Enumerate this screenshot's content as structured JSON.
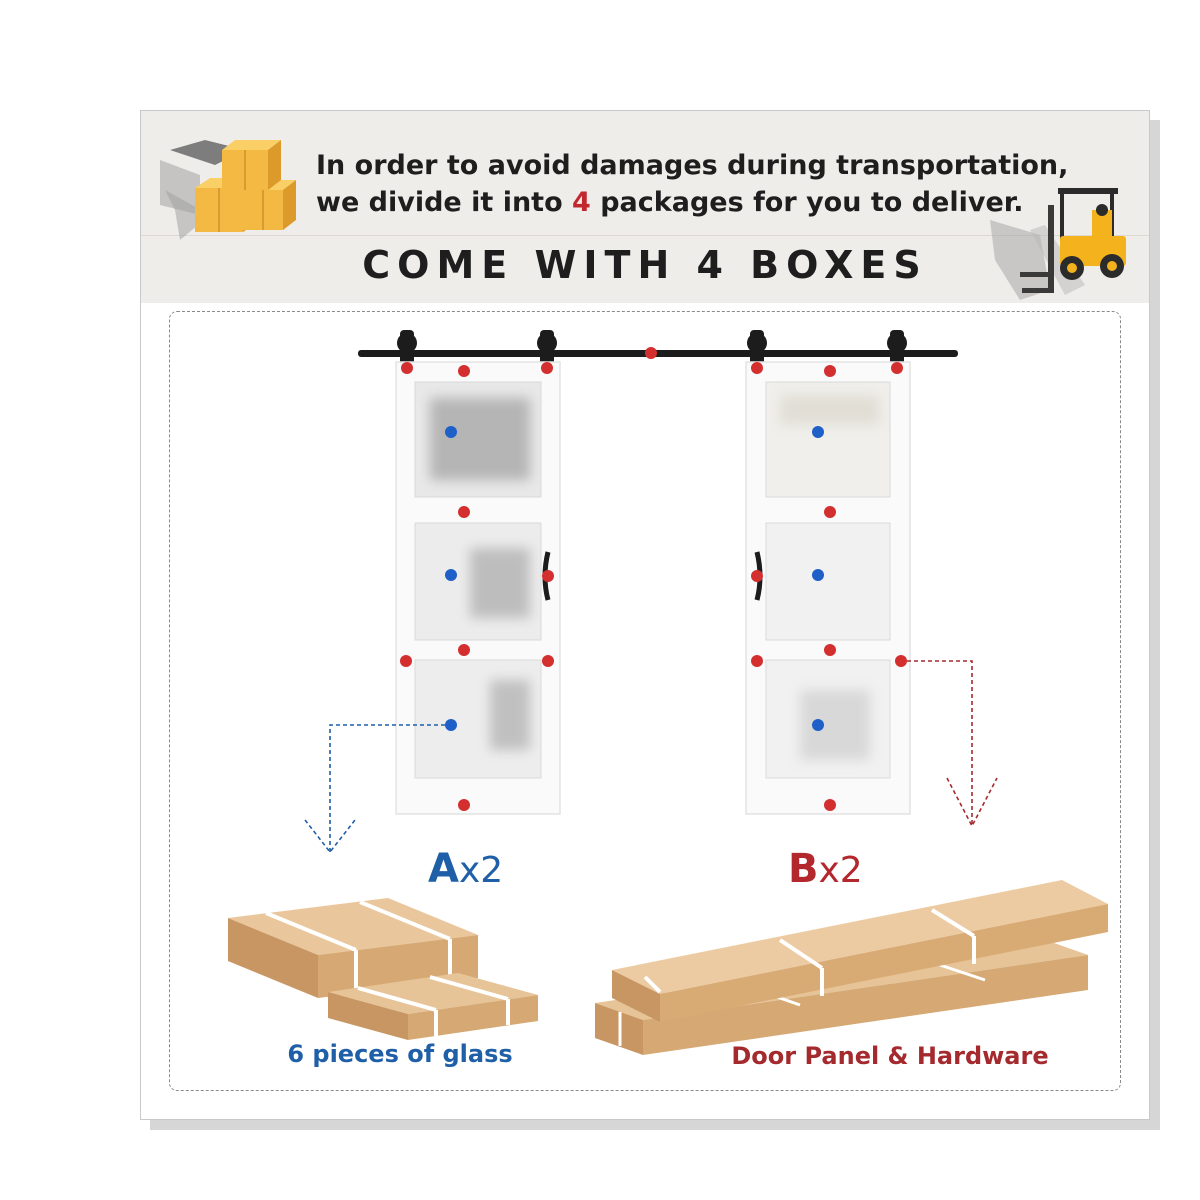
{
  "banner": {
    "line1": "In order to avoid damages during transportation,",
    "line2_before": "we divide it into ",
    "line2_highlight": "4",
    "line2_after": " packages for you to deliver.",
    "subhead": "COME WITH 4 BOXES"
  },
  "packages": {
    "a": {
      "letter": "A",
      "multiplier": "x2",
      "caption": "6 pieces of glass"
    },
    "b": {
      "letter": "B",
      "multiplier": "x2",
      "caption": "Door Panel & Hardware"
    }
  },
  "colors": {
    "blue": "#1f5fa8",
    "red": "#b3282d",
    "cardboard": "#ddb486",
    "rail": "#1c1c1c"
  },
  "icons": [
    "stacked-boxes-icon",
    "forklift-icon"
  ]
}
